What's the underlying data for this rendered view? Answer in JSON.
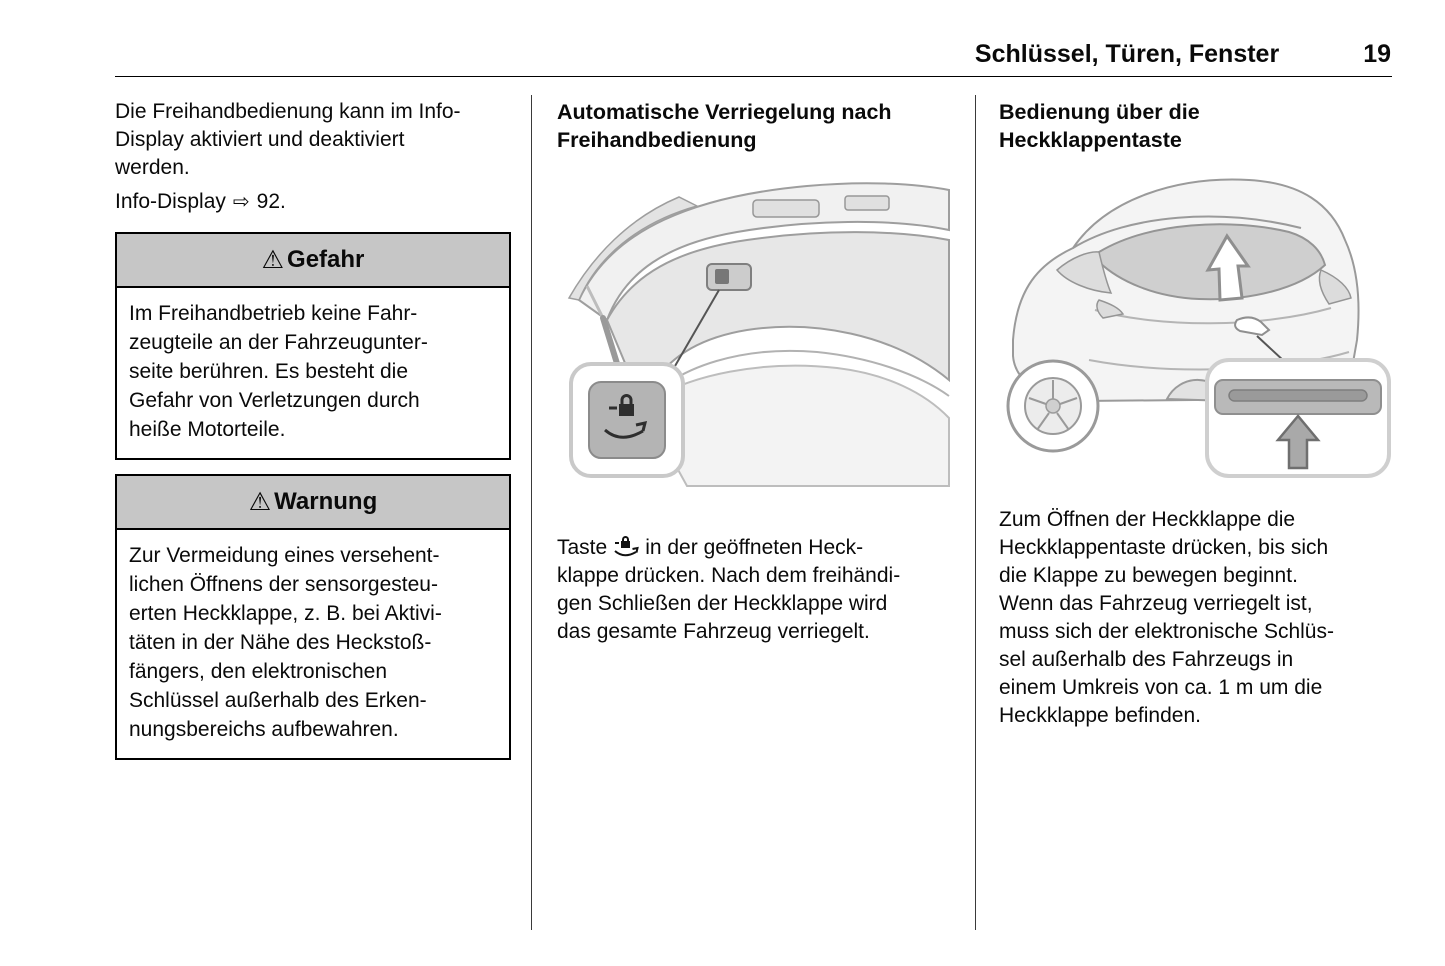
{
  "header": {
    "title": "Schlüssel, Türen, Fenster",
    "page_number": "19"
  },
  "icons": {
    "warning_triangle": "⚠",
    "page_reference_arrow": "⇨"
  },
  "col1": {
    "para1": "Die Freihandbedienung kann im Info-\nDisplay aktiviert und deaktiviert\nwerden.",
    "ref_label": "Info-Display",
    "ref_target": "92.",
    "danger_box": {
      "title": "Gefahr",
      "body": "Im Freihandbetrieb keine Fahr-\nzeugteile an der Fahrzeugunter-\nseite berühren. Es besteht die\nGefahr von Verletzungen durch\nheiße Motorteile."
    },
    "warning_box": {
      "title": "Warnung",
      "body": "Zur Vermeidung eines versehent-\nlichen Öffnens der sensorgesteu-\nerten Heckklappe, z. B. bei Aktivi-\ntäten in der Nähe des Heckstoß-\nfängers, den elektronischen\nSchlüssel außerhalb des Erken-\nnungsbereichs aufbewahren."
    }
  },
  "col2": {
    "heading": "Automatische Verriegelung nach\nFreihandbedienung",
    "para_prefix": "Taste",
    "para_rest": "in der geöffneten Heck-\nklappe drücken. Nach dem freihändi-\ngen Schließen der Heckklappe wird\ndas gesamte Fahrzeug verriegelt."
  },
  "col3": {
    "heading": "Bedienung über die\nHeckklappentaste",
    "para": "Zum Öffnen der Heckklappe die\nHeckklappentaste drücken, bis sich\ndie Klappe zu bewegen beginnt.\nWenn das Fahrzeug verriegelt ist,\nmuss sich der elektronische Schlüs-\nsel außerhalb des Fahrzeugs in\neinem Umkreis von ca. 1 m um die\nHeckklappe befinden."
  }
}
